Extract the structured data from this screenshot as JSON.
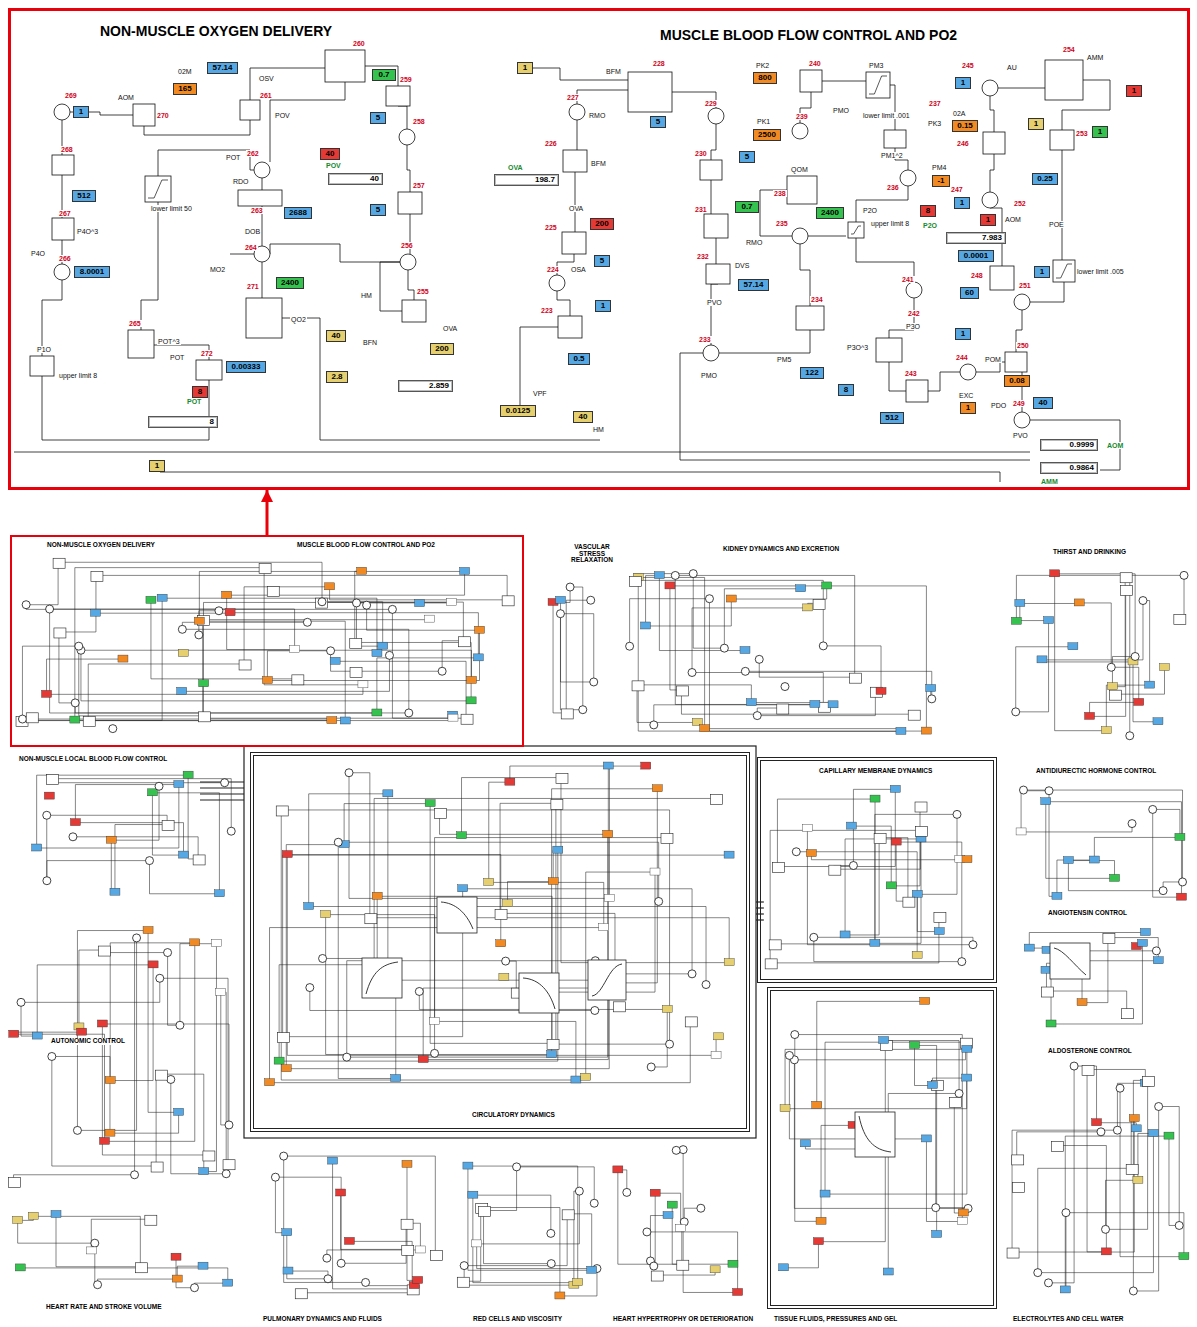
{
  "diagram": {
    "nodes": [
      {
        "text": [
          "NON-MUSCLE OXYGEN DELIVERY",
          "MUSCLE BLOOD FLOW CONTROL AND PO2"
        ]
      },
      {
        "text": [
          "57.14"
        ],
        "in": 0
      },
      {
        "text": [
          "165"
        ],
        "in": 0
      },
      {
        "text": [
          "0.7"
        ],
        "in": 0
      },
      {
        "text": [
          "1"
        ],
        "in": 0
      },
      {
        "text": [
          "5"
        ],
        "in": 0
      },
      {
        "text": [
          "40"
        ],
        "in": 0
      },
      {
        "text": [
          "40"
        ],
        "in": 0
      },
      {
        "text": [
          "512"
        ],
        "in": 0
      },
      {
        "text": [
          "5"
        ],
        "in": 0
      },
      {
        "text": [
          "2688"
        ],
        "in": 0
      },
      {
        "text": [
          "8.0001"
        ],
        "in": 0
      },
      {
        "text": [
          "2400"
        ],
        "in": 0
      },
      {
        "text": [
          "40"
        ],
        "in": 0
      },
      {
        "text": [
          "200"
        ],
        "in": 0
      },
      {
        "text": [
          "0.00333"
        ],
        "in": 0
      },
      {
        "text": [
          "2.8"
        ],
        "in": 0
      },
      {
        "text": [
          "2.859"
        ],
        "in": 0
      },
      {
        "text": [
          "8"
        ],
        "in": 0
      },
      {
        "text": [
          "8"
        ],
        "in": 0
      },
      {
        "text": [
          "1"
        ],
        "in": 0
      },
      {
        "text": [
          "1"
        ],
        "in": 0
      },
      {
        "text": [
          "800"
        ],
        "in": 0
      },
      {
        "text": [
          "1"
        ],
        "in": 0
      },
      {
        "text": [
          "1"
        ],
        "in": 0
      },
      {
        "text": [
          "5"
        ],
        "in": 0
      },
      {
        "text": [
          "0.15"
        ],
        "in": 0
      },
      {
        "text": [
          "2500"
        ],
        "in": 0
      },
      {
        "text": [
          "1"
        ],
        "in": 0
      },
      {
        "text": [
          "1"
        ],
        "in": 0
      },
      {
        "text": [
          "5"
        ],
        "in": 0
      },
      {
        "text": [
          "0.25"
        ],
        "in": 0
      },
      {
        "text": [
          "198.7"
        ],
        "in": 0
      },
      {
        "text": [
          "-1"
        ],
        "in": 0
      },
      {
        "text": [
          "0.7"
        ],
        "in": 0
      },
      {
        "text": [
          "1"
        ],
        "in": 0
      },
      {
        "text": [
          "2400"
        ],
        "in": 0
      },
      {
        "text": [
          "8"
        ],
        "in": 0
      },
      {
        "text": [
          "200"
        ],
        "in": 0
      },
      {
        "text": [
          "1"
        ],
        "in": 0
      },
      {
        "text": [
          "7.983"
        ],
        "in": 0
      },
      {
        "text": [
          "0.0001"
        ],
        "in": 0
      },
      {
        "text": [
          "5"
        ],
        "in": 0
      },
      {
        "text": [
          "1"
        ],
        "in": 0
      },
      {
        "text": [
          "57.14"
        ],
        "in": 0
      },
      {
        "text": [
          "60"
        ],
        "in": 0
      },
      {
        "text": [
          "1"
        ],
        "in": 0
      },
      {
        "text": [
          "1"
        ],
        "in": 0
      },
      {
        "text": [
          "0.5"
        ],
        "in": 0
      },
      {
        "text": [
          "122"
        ],
        "in": 0
      },
      {
        "text": [
          "0.08"
        ],
        "in": 0
      },
      {
        "text": [
          "8"
        ],
        "in": 0
      },
      {
        "text": [
          "40"
        ],
        "in": 0
      },
      {
        "text": [
          "1"
        ],
        "in": 0
      },
      {
        "text": [
          "0.0125"
        ],
        "in": 0
      },
      {
        "text": [
          "40"
        ],
        "in": 0
      },
      {
        "text": [
          "512"
        ],
        "in": 0
      },
      {
        "text": [
          "0.9999"
        ],
        "in": 0
      },
      {
        "text": [
          "0.9864"
        ],
        "in": 0
      },
      {
        "text": [
          "NON-MUSCLE OXYGEN DELIVERY",
          "MUSCLE BLOOD FLOW CONTROL AND PO2"
        ]
      },
      {
        "text": [
          "CIRCULATORY DYNAMICS"
        ]
      },
      {
        "text": [
          "CAPILLARY MEMBRANE DYNAMICS"
        ]
      },
      {
        "text": [
          "TISSUE FLUIDS, PRESSURES AND GEL"
        ]
      }
    ],
    "edges": [
      {
        "from": 59,
        "to": 0,
        "arrow": "to"
      }
    ],
    "labels": [
      "269",
      "270",
      "260",
      "259",
      "261",
      "262",
      "263",
      "258",
      "257",
      "268",
      "267",
      "266",
      "265",
      "264",
      "271",
      "256",
      "255",
      "272",
      "228",
      "227",
      "226",
      "225",
      "224",
      "223",
      "229",
      "230",
      "231",
      "232",
      "233",
      "234",
      "235",
      "236",
      "237",
      "238",
      "239",
      "240",
      "241",
      "242",
      "243",
      "244",
      "245",
      "246",
      "247",
      "248",
      "249",
      "250",
      "251",
      "252",
      "253",
      "254",
      "AOM",
      "02M",
      "OSV",
      "POV",
      "POT",
      "RDO",
      "DOB",
      "MO2",
      "P4O",
      "P1O",
      "POT",
      "QO2",
      "HM",
      "BFN",
      "OVA",
      "HM",
      "VPF",
      "OSA",
      "OVA",
      "BFM",
      "RMO",
      "BFM",
      "DVS",
      "PVO",
      "PMO",
      "PM5",
      "PK2",
      "PK1",
      "PMO",
      "PM3",
      "PK3",
      "PM4",
      "QOM",
      "RMO",
      "P2O",
      "P3O",
      "PVO",
      "PDO",
      "POM",
      "EXC",
      "02A",
      "AU",
      "AMM",
      "POE",
      "AOM",
      "POV",
      "OVA",
      "P2O",
      "POT",
      "AOM",
      "AMM",
      "lower limit 50",
      "upper limit 8",
      "lower limit .001",
      "upper limit 8",
      "lower limit .005",
      "P4O^3",
      "POT^3",
      "PM1^2",
      "P3O^3",
      "VASCULAR STRESS RELAXATION",
      "KIDNEY DYNAMICS AND EXCRETION",
      "THIRST AND DRINKING",
      "NON-MUSCLE LOCAL BLOOD FLOW CONTROL",
      "ANTIDIURECTIC HORMONE CONTROL",
      "ANGIOTENSIN CONTROL",
      "ALDOSTERONE CONTROL",
      "AUTONOMIC CONTROL",
      "HEART RATE AND STROKE VOLUME",
      "PULMONARY DYNAMICS AND FLUIDS",
      "RED CELLS AND VISCOSITY",
      "HEART HYPERTROPHY OR DETERIORATION",
      "ELECTROLYTES AND CELL WATER"
    ]
  }
}
